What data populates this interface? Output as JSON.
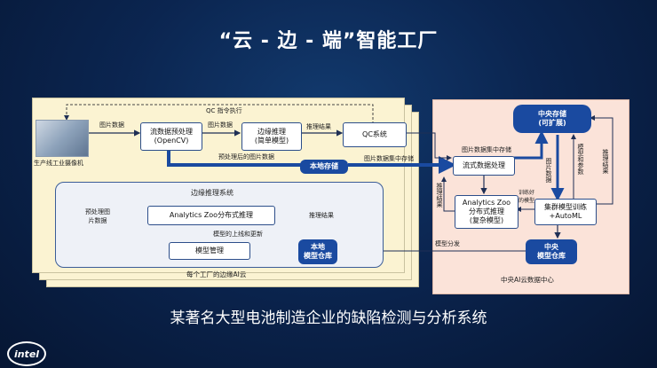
{
  "title": "“云 - 边 - 端”智能工厂",
  "subtitle": "某著名大型电池制造企业的缺陷检测与分析系统",
  "edge": {
    "camera_label": "生产线工业摄像机",
    "qc_feedback_label": "QC 指令执行",
    "image_data_1": "图片数据",
    "image_data_2": "图片数据",
    "stream_box": "流数据预处理\n(OpenCV)",
    "edge_infer_box": "边缘推理\n(简单模型)",
    "infer_result_label": "推理结果",
    "qc_box": "QC系统",
    "preprocessed_label": "预处理后的图片数据",
    "local_storage": "本地存储",
    "image_collect_label": "图片数据集中存储",
    "sub_panel_title": "边缘推理系统",
    "preprocessed_input": "预处理图\n片数据",
    "az_infer_box": "Analytics Zoo分布式推理",
    "sub_infer_result": "推理结果",
    "model_online": "模型的上线和更新",
    "model_mgmt_box": "模型管理",
    "local_model_repo": "本地\n模型仓库",
    "footer": "每个工厂的边缘AI云"
  },
  "center": {
    "central_storage": "中央存储\n(可扩展)",
    "image_collect_label": "图片数据集中存储",
    "stream_proc_box": "流式数据处理",
    "image_data_label": "图片数据",
    "model_param_label": "模型和参数",
    "infer_result_label": "推理结果",
    "infer_result_label_2": "推理结果",
    "trained_model_label": "训练好\n的模型",
    "az_infer_box": "Analytics Zoo\n分布式推理\n(复杂模型)",
    "cluster_train_box": "集群模型训练\n+AutoML",
    "model_dist_label": "模型分发",
    "central_model_repo": "中央\n模型仓库",
    "footer": "中央AI云数据中心"
  },
  "logo": {
    "text": "intel"
  },
  "colors": {
    "accent": "#1a4aa0",
    "panel": "#fbf3d2",
    "center_panel": "#fbe3d9",
    "background": "#0b2550"
  }
}
